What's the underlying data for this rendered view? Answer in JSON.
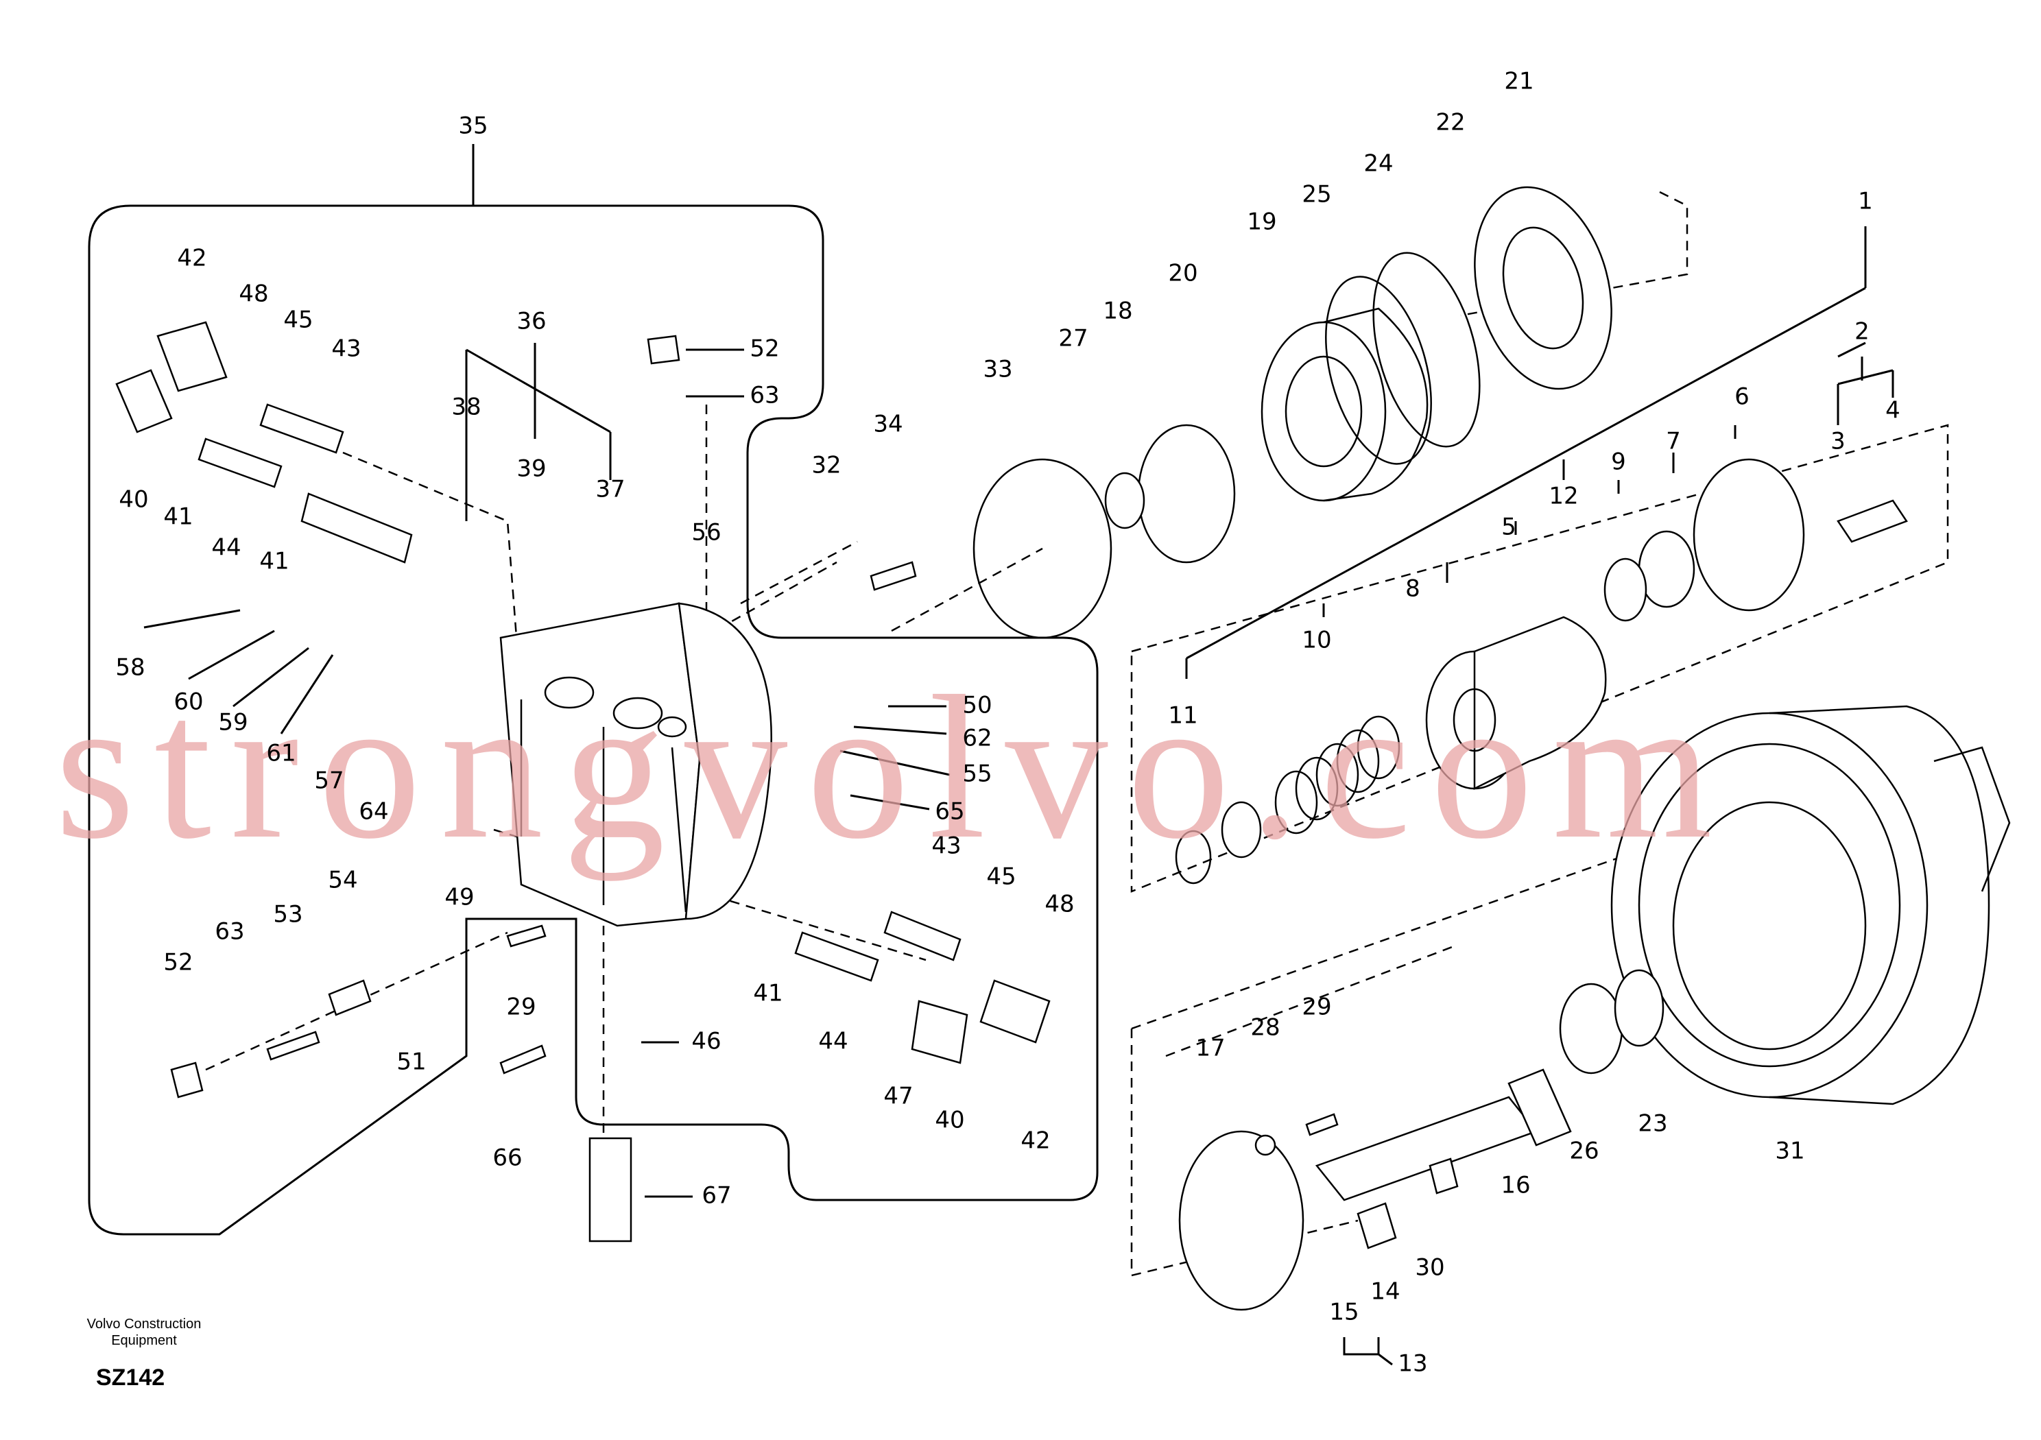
{
  "diagram": {
    "manufacturer_line1": "Volvo Construction",
    "manufacturer_line2": "Equipment",
    "sheet_code": "SZ142",
    "watermark": "strongvolvo.com",
    "callouts": [
      "1",
      "2",
      "3",
      "4",
      "5",
      "6",
      "7",
      "8",
      "9",
      "10",
      "11",
      "12",
      "13",
      "14",
      "15",
      "16",
      "17",
      "18",
      "19",
      "20",
      "21",
      "22",
      "23",
      "24",
      "25",
      "26",
      "27",
      "28",
      "29",
      "29",
      "30",
      "31",
      "32",
      "33",
      "34",
      "35",
      "36",
      "37",
      "38",
      "39",
      "40",
      "40",
      "41",
      "41",
      "41",
      "42",
      "42",
      "43",
      "43",
      "44",
      "44",
      "45",
      "45",
      "46",
      "47",
      "48",
      "48",
      "49",
      "50",
      "51",
      "52",
      "52",
      "53",
      "54",
      "55",
      "56",
      "57",
      "58",
      "59",
      "60",
      "61",
      "62",
      "63",
      "63",
      "64",
      "65",
      "66",
      "67"
    ]
  }
}
